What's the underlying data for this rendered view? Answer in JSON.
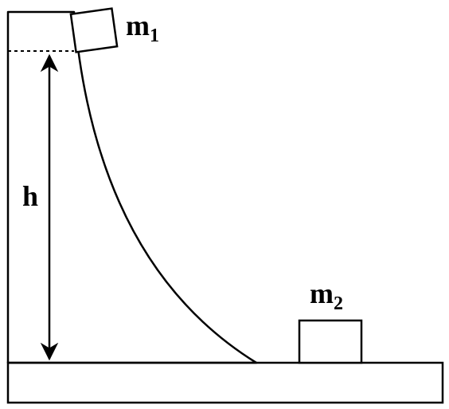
{
  "labels": {
    "mass1": "m",
    "mass1_sub": "1",
    "mass2": "m",
    "mass2_sub": "2",
    "height": "h"
  },
  "colors": {
    "stroke": "#000000",
    "background": "#ffffff"
  }
}
